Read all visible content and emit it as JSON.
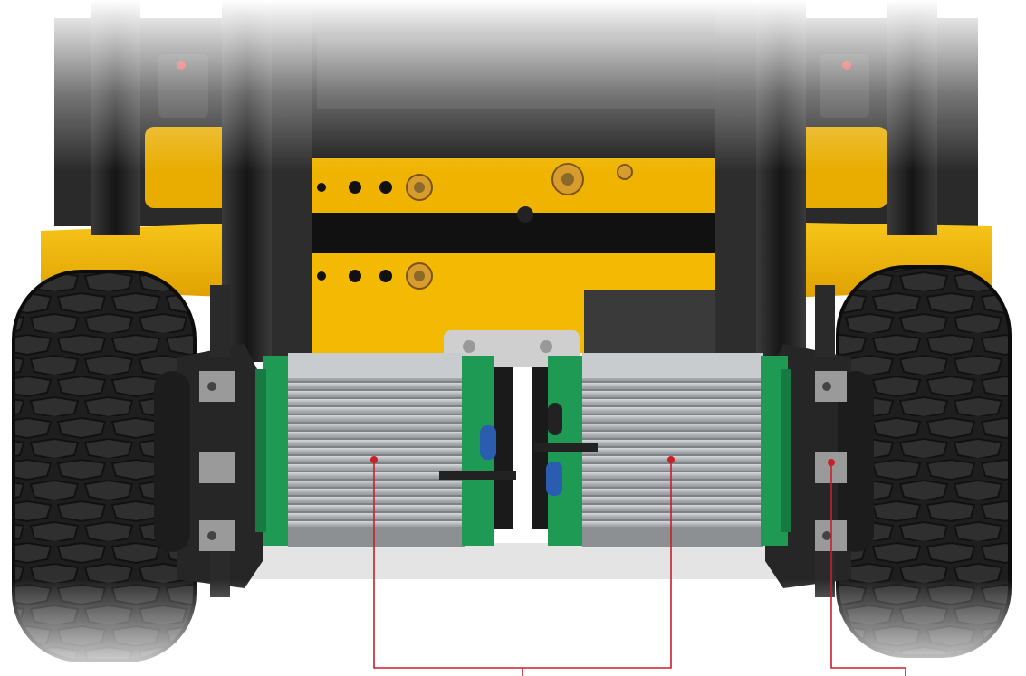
{
  "image": {
    "subject": "forklift-front-drive-axle",
    "components": [
      "forklift-mast",
      "chassis-frame",
      "left-drive-tire",
      "right-drive-tire",
      "left-drive-motor",
      "right-drive-motor",
      "left-wheel-hub",
      "right-wheel-hub",
      "callout-leader-lines"
    ]
  },
  "colors": {
    "chassis_yellow": "#f2b705",
    "mast_dark": "#262626",
    "motor_silver": "#b4b8bb",
    "motor_green": "#1f9a55",
    "tire_black": "#1c1c1c",
    "hub_dark": "#2a2a2a",
    "callout_red": "#c8202a",
    "background": "#ffffff"
  }
}
